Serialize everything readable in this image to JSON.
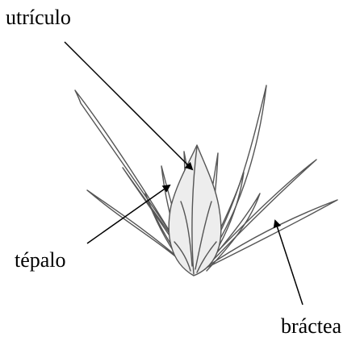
{
  "labels": {
    "utriculo": "utrículo",
    "tepalo": "tépalo",
    "bractea": "bráctea"
  },
  "colors": {
    "ink": "#000000",
    "drawing": "#555555",
    "shade": "#8a8a8a",
    "background": "#ffffff"
  }
}
